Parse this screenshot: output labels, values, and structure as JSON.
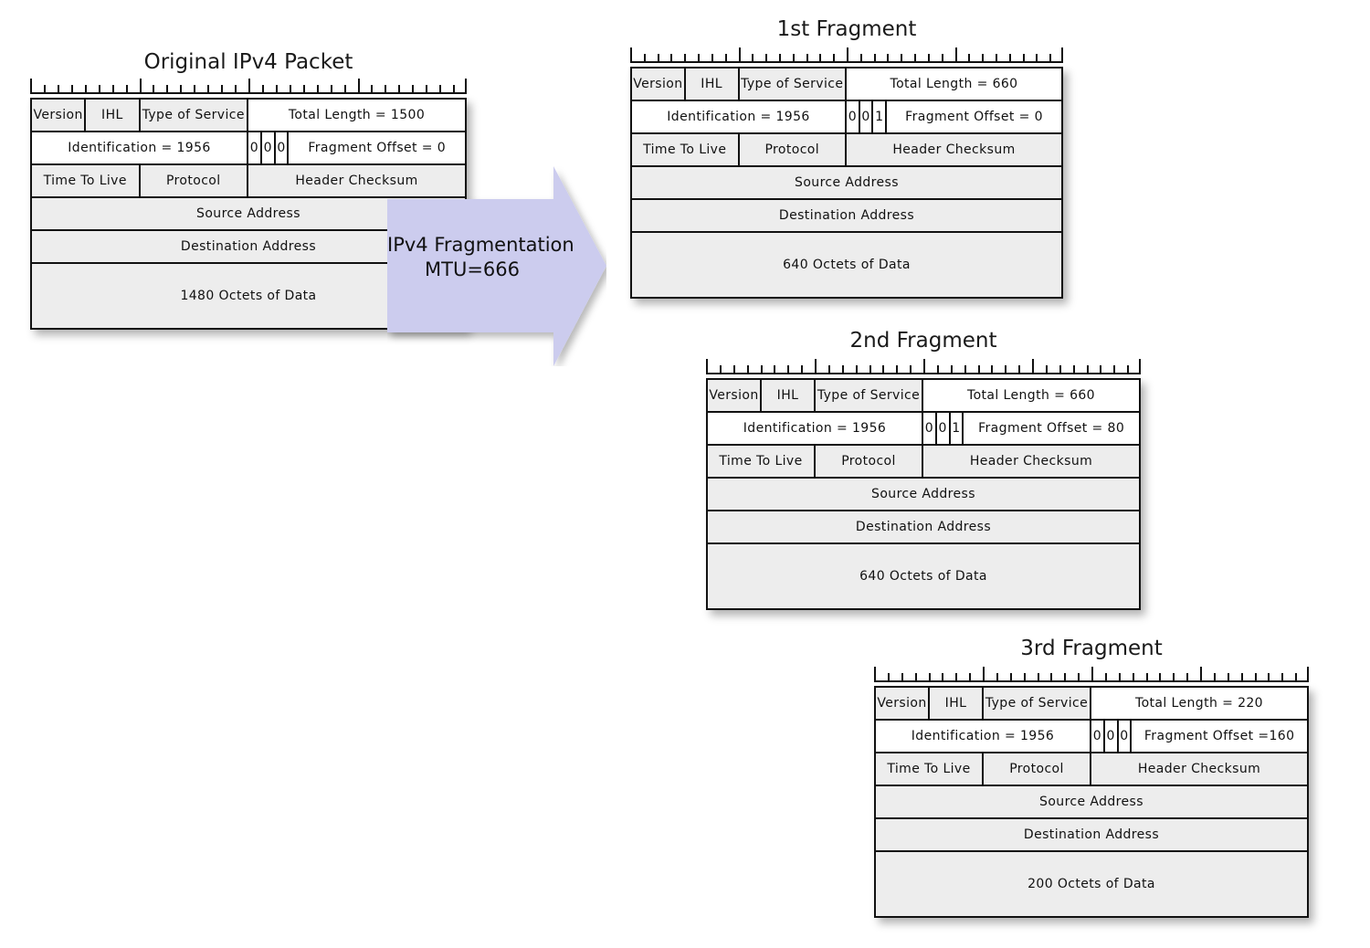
{
  "figure": {
    "kind": "ipv4-fragmentation-diagram",
    "ruler_bits": 32,
    "ruler_major_every": 8,
    "colors": {
      "border": "#111111",
      "cell_gray": "#ededed",
      "cell_white": "#ffffff",
      "arrow_fill": "#ccccee",
      "page_bg": "#ffffff"
    }
  },
  "arrow": {
    "label_line1": "IPv4 Fragmentation",
    "label_line2": "MTU=666",
    "label": "IPv4 Fragmentation\nMTU=666"
  },
  "packets": [
    {
      "id": "original",
      "title": "Original IPv4 Packet",
      "rows": [
        {
          "cells": [
            {
              "text": "Version",
              "bits": 4,
              "shade": "gray"
            },
            {
              "text": "IHL",
              "bits": 4,
              "shade": "gray"
            },
            {
              "text": "Type of Service",
              "bits": 8,
              "shade": "gray"
            },
            {
              "text": "Total Length = 1500",
              "bits": 16,
              "shade": "white"
            }
          ]
        },
        {
          "cells": [
            {
              "text": "Identification = 1956",
              "bits": 16,
              "shade": "white"
            },
            {
              "text": "0",
              "bits": 1,
              "shade": "white",
              "flag": true
            },
            {
              "text": "0",
              "bits": 1,
              "shade": "white",
              "flag": true
            },
            {
              "text": "0",
              "bits": 1,
              "shade": "white",
              "flag": true
            },
            {
              "text": "Fragment Offset = 0",
              "bits": 13,
              "shade": "white"
            }
          ]
        },
        {
          "cells": [
            {
              "text": "Time To Live",
              "bits": 8,
              "shade": "gray"
            },
            {
              "text": "Protocol",
              "bits": 8,
              "shade": "gray"
            },
            {
              "text": "Header Checksum",
              "bits": 16,
              "shade": "gray"
            }
          ]
        },
        {
          "cells": [
            {
              "text": "Source Address",
              "bits": 32,
              "shade": "gray"
            }
          ]
        },
        {
          "cells": [
            {
              "text": "Destination Address",
              "bits": 32,
              "shade": "gray"
            }
          ]
        },
        {
          "cells": [
            {
              "text": "1480 Octets of Data",
              "bits": 32,
              "shade": "gray",
              "tall": true
            }
          ]
        }
      ]
    },
    {
      "id": "fragment-1",
      "title": "1st Fragment",
      "rows": [
        {
          "cells": [
            {
              "text": "Version",
              "bits": 4,
              "shade": "gray"
            },
            {
              "text": "IHL",
              "bits": 4,
              "shade": "gray"
            },
            {
              "text": "Type of Service",
              "bits": 8,
              "shade": "gray"
            },
            {
              "text": "Total Length = 660",
              "bits": 16,
              "shade": "white"
            }
          ]
        },
        {
          "cells": [
            {
              "text": "Identification = 1956",
              "bits": 16,
              "shade": "white"
            },
            {
              "text": "0",
              "bits": 1,
              "shade": "white",
              "flag": true
            },
            {
              "text": "0",
              "bits": 1,
              "shade": "white",
              "flag": true
            },
            {
              "text": "1",
              "bits": 1,
              "shade": "white",
              "flag": true
            },
            {
              "text": "Fragment Offset = 0",
              "bits": 13,
              "shade": "white"
            }
          ]
        },
        {
          "cells": [
            {
              "text": "Time To Live",
              "bits": 8,
              "shade": "gray"
            },
            {
              "text": "Protocol",
              "bits": 8,
              "shade": "gray"
            },
            {
              "text": "Header Checksum",
              "bits": 16,
              "shade": "gray"
            }
          ]
        },
        {
          "cells": [
            {
              "text": "Source Address",
              "bits": 32,
              "shade": "gray"
            }
          ]
        },
        {
          "cells": [
            {
              "text": "Destination Address",
              "bits": 32,
              "shade": "gray"
            }
          ]
        },
        {
          "cells": [
            {
              "text": "640 Octets of Data",
              "bits": 32,
              "shade": "gray",
              "tall": true
            }
          ]
        }
      ]
    },
    {
      "id": "fragment-2",
      "title": "2nd Fragment",
      "rows": [
        {
          "cells": [
            {
              "text": "Version",
              "bits": 4,
              "shade": "gray"
            },
            {
              "text": "IHL",
              "bits": 4,
              "shade": "gray"
            },
            {
              "text": "Type of Service",
              "bits": 8,
              "shade": "gray"
            },
            {
              "text": "Total Length = 660",
              "bits": 16,
              "shade": "white"
            }
          ]
        },
        {
          "cells": [
            {
              "text": "Identification = 1956",
              "bits": 16,
              "shade": "white"
            },
            {
              "text": "0",
              "bits": 1,
              "shade": "white",
              "flag": true
            },
            {
              "text": "0",
              "bits": 1,
              "shade": "white",
              "flag": true
            },
            {
              "text": "1",
              "bits": 1,
              "shade": "white",
              "flag": true
            },
            {
              "text": "Fragment Offset = 80",
              "bits": 13,
              "shade": "white"
            }
          ]
        },
        {
          "cells": [
            {
              "text": "Time To Live",
              "bits": 8,
              "shade": "gray"
            },
            {
              "text": "Protocol",
              "bits": 8,
              "shade": "gray"
            },
            {
              "text": "Header Checksum",
              "bits": 16,
              "shade": "gray"
            }
          ]
        },
        {
          "cells": [
            {
              "text": "Source Address",
              "bits": 32,
              "shade": "gray"
            }
          ]
        },
        {
          "cells": [
            {
              "text": "Destination Address",
              "bits": 32,
              "shade": "gray"
            }
          ]
        },
        {
          "cells": [
            {
              "text": "640 Octets of Data",
              "bits": 32,
              "shade": "gray",
              "tall": true
            }
          ]
        }
      ]
    },
    {
      "id": "fragment-3",
      "title": "3rd Fragment",
      "rows": [
        {
          "cells": [
            {
              "text": "Version",
              "bits": 4,
              "shade": "gray"
            },
            {
              "text": "IHL",
              "bits": 4,
              "shade": "gray"
            },
            {
              "text": "Type of Service",
              "bits": 8,
              "shade": "gray"
            },
            {
              "text": "Total Length = 220",
              "bits": 16,
              "shade": "white"
            }
          ]
        },
        {
          "cells": [
            {
              "text": "Identification = 1956",
              "bits": 16,
              "shade": "white"
            },
            {
              "text": "0",
              "bits": 1,
              "shade": "white",
              "flag": true
            },
            {
              "text": "0",
              "bits": 1,
              "shade": "white",
              "flag": true
            },
            {
              "text": "0",
              "bits": 1,
              "shade": "white",
              "flag": true
            },
            {
              "text": "Fragment Offset =160",
              "bits": 13,
              "shade": "white"
            }
          ]
        },
        {
          "cells": [
            {
              "text": "Time To Live",
              "bits": 8,
              "shade": "gray"
            },
            {
              "text": "Protocol",
              "bits": 8,
              "shade": "gray"
            },
            {
              "text": "Header Checksum",
              "bits": 16,
              "shade": "gray"
            }
          ]
        },
        {
          "cells": [
            {
              "text": "Source Address",
              "bits": 32,
              "shade": "gray"
            }
          ]
        },
        {
          "cells": [
            {
              "text": "Destination Address",
              "bits": 32,
              "shade": "gray"
            }
          ]
        },
        {
          "cells": [
            {
              "text": "200 Octets of Data",
              "bits": 32,
              "shade": "gray",
              "tall": true
            }
          ]
        }
      ]
    }
  ]
}
